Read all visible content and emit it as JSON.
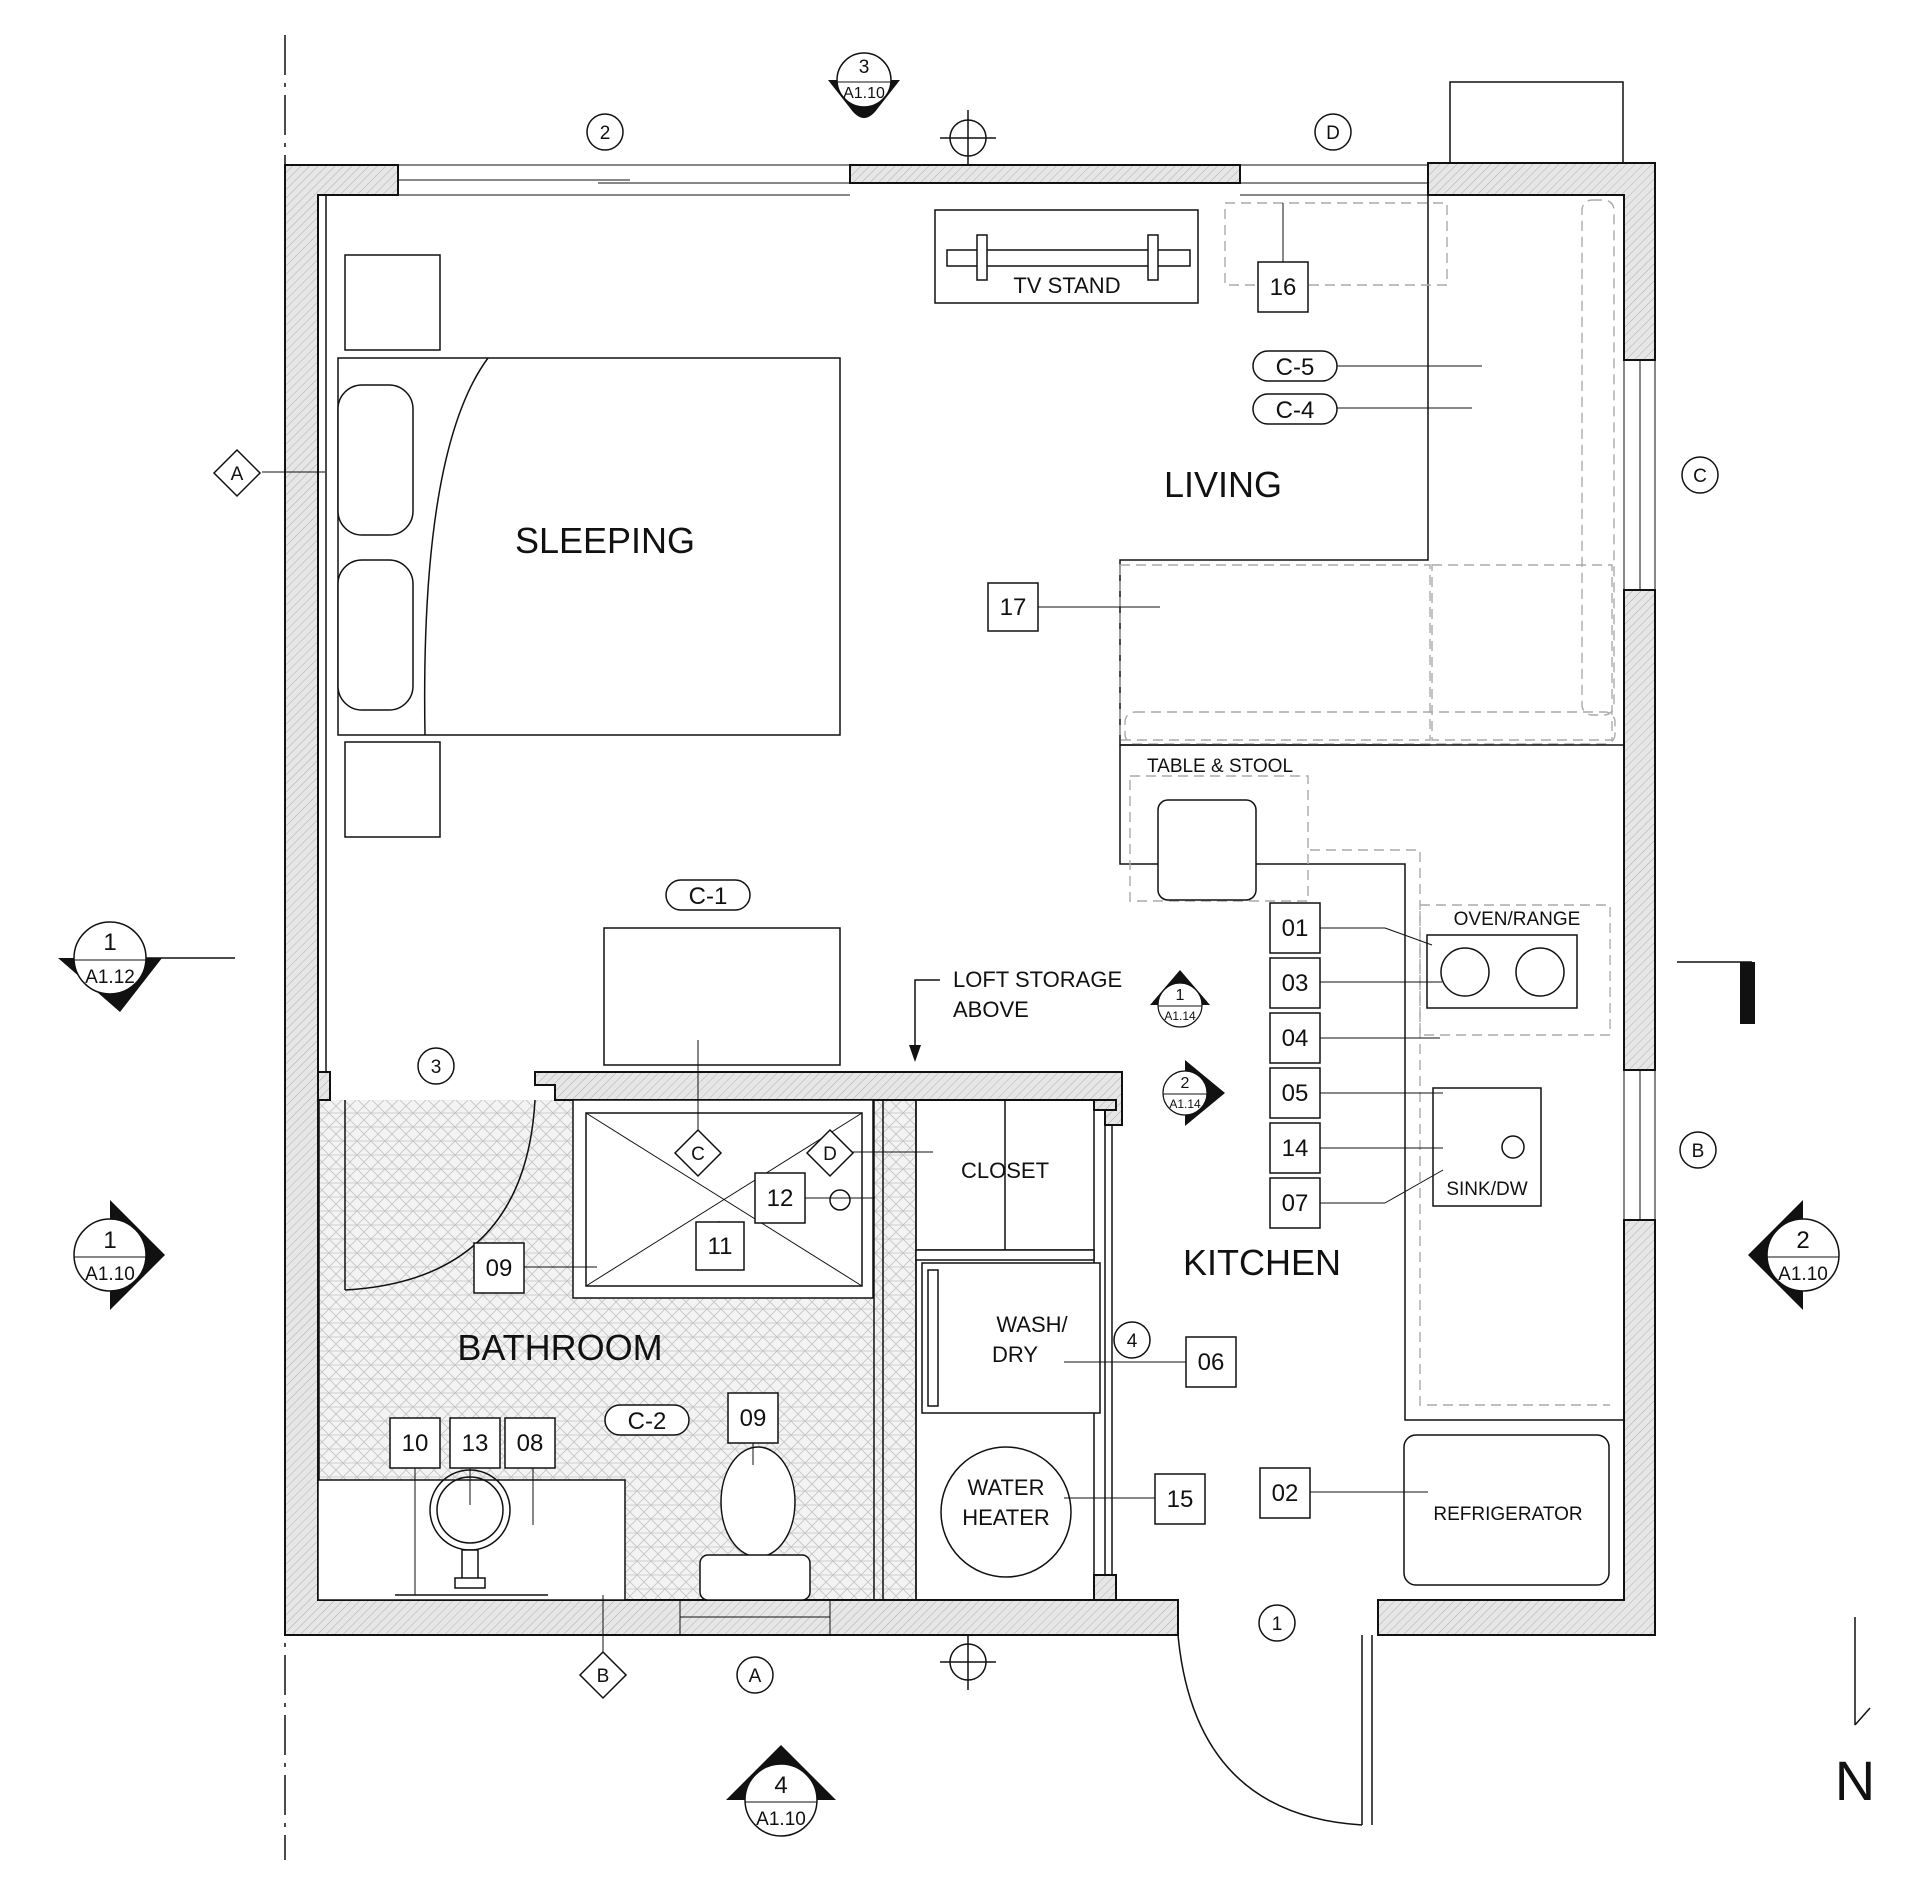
{
  "rooms": {
    "sleeping": "SLEEPING",
    "living": "LIVING",
    "kitchen": "KITCHEN",
    "bathroom": "BATHROOM"
  },
  "labels": {
    "tv_stand": "TV STAND",
    "table_stool": "TABLE & STOOL",
    "oven_range": "OVEN/RANGE",
    "sink_dw": "SINK/DW",
    "closet": "CLOSET",
    "wash_1": "WASH/",
    "wash_2": "DRY",
    "water_1": "WATER",
    "water_2": "HEATER",
    "refrigerator": "REFRIGERATOR",
    "loft_1": "LOFT STORAGE",
    "loft_2": "ABOVE",
    "north": "N"
  },
  "keynotes": {
    "k16": "16",
    "k17": "17",
    "k01": "01",
    "k03": "03",
    "k04": "04",
    "k05": "05",
    "k14": "14",
    "k07": "07",
    "k06": "06",
    "k15": "15",
    "k02": "02",
    "k12": "12",
    "k11": "11",
    "k09a": "09",
    "k09b": "09",
    "k10": "10",
    "k13": "13",
    "k08": "08"
  },
  "ceiling_tags": {
    "c5": "C-5",
    "c4": "C-4",
    "c1": "C-1",
    "c2": "C-2"
  },
  "wall_tags": {
    "a_west": "A",
    "c_east": "C",
    "b_east": "B",
    "b_south": "B",
    "c_shower": "C",
    "d_shower": "D"
  },
  "window_tags": {
    "d_north": "D",
    "a_south": "A"
  },
  "door_tags": {
    "d2": "2",
    "d3": "3",
    "d4": "4",
    "d1": "1"
  },
  "section_markers": {
    "s3_top_num": "3",
    "s3_top_sheet": "A1.10",
    "s1_left_num": "1",
    "s1_left_sheet": "A1.12",
    "s1_w_num": "1",
    "s1_w_sheet": "A1.10",
    "s2_e_num": "2",
    "s2_e_sheet": "A1.10",
    "s4_s_num": "4",
    "s4_s_sheet": "A1.10",
    "i1_num": "1",
    "i1_sheet": "A1.14",
    "i2_num": "2",
    "i2_sheet": "A1.14"
  },
  "colors": {
    "line": "#111111",
    "hatch": "#bbbbbb",
    "furniture_dashed": "#aaaaaa"
  }
}
